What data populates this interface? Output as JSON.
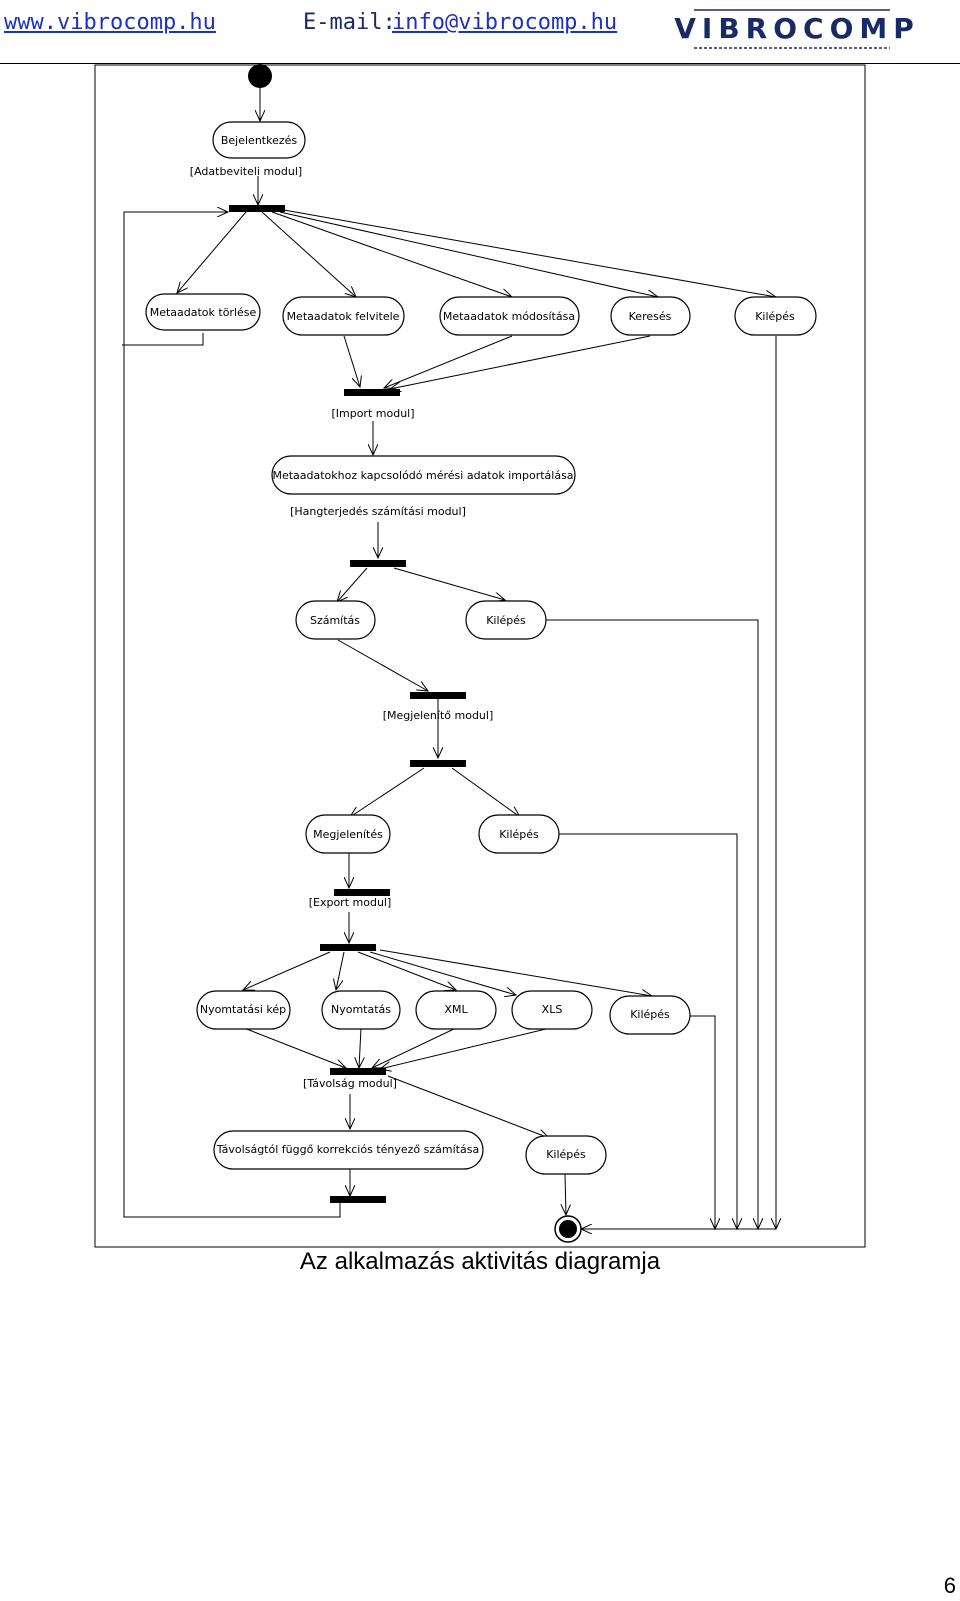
{
  "header": {
    "website": "www.vibrocomp.hu",
    "email_label": "E-mail:",
    "email": "info@vibrocomp.hu",
    "logo_text": "VIBROCOMP",
    "link_color": "#1b31c4",
    "logo_color": "#1a2a66"
  },
  "diagram": {
    "nodes": {
      "login": "Bejelentkezés",
      "meta_delete": "Metaadatok törlése",
      "meta_add": "Metaadatok felvitele",
      "meta_modify": "Metaadatok módosítása",
      "search": "Keresés",
      "exit1": "Kilépés",
      "import": "Metaadatokhoz kapcsolódó mérési adatok importálása",
      "calc": "Számítás",
      "exit2": "Kilépés",
      "display": "Megjelenítés",
      "exit3": "Kilépés",
      "print_img": "Nyomtatási kép",
      "print": "Nyomtatás",
      "xml": "XML",
      "xls": "XLS",
      "exit4": "Kilépés",
      "distance_calc": "Távolságtól függő korrekciós tényező számítása",
      "exit5": "Kilépés"
    },
    "guards": {
      "input": "[Adatbeviteli modul]",
      "import": "[Import modul]",
      "sound": "[Hangterjedés számítási modul]",
      "display": "[Megjelenítő modul]",
      "export": "[Export modul]",
      "distance": "[Távolság modul]"
    }
  },
  "caption": "Az alkalmazás aktivitás diagramja",
  "page_number": "6"
}
